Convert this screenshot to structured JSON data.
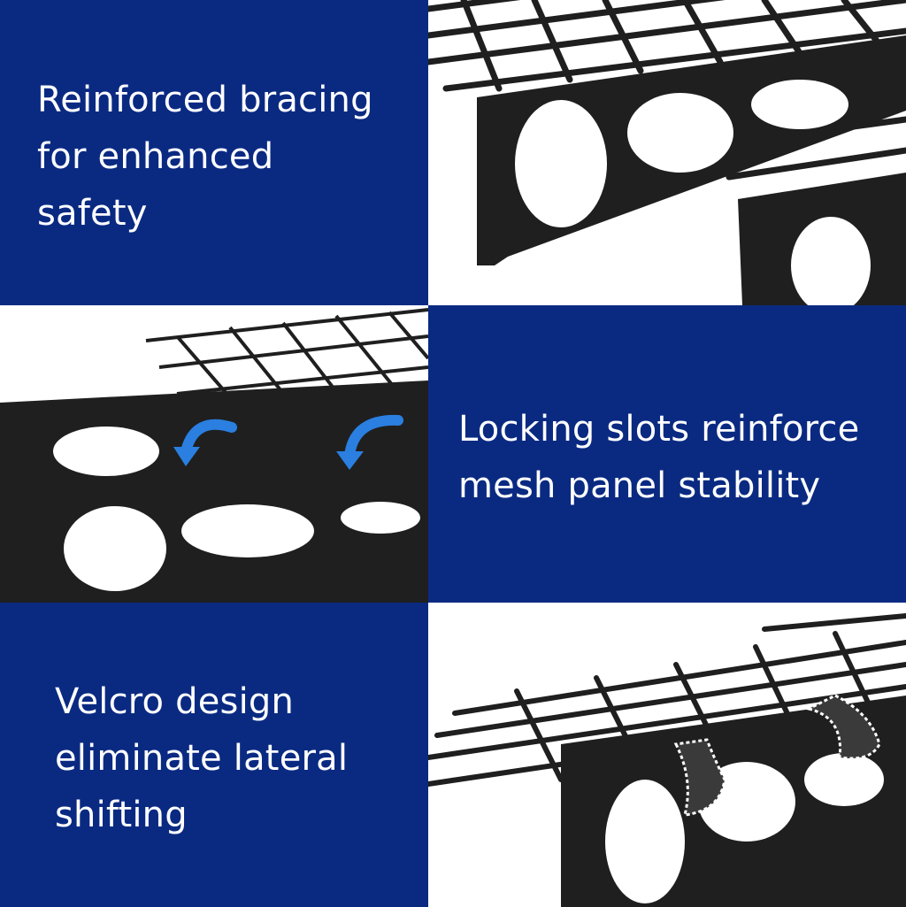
{
  "panels": [
    {
      "caption_lines": [
        "Reinforced bracing",
        "for enhanced",
        "safety"
      ]
    },
    {
      "caption_lines": [
        "Locking slots reinforce",
        "mesh panel stability"
      ]
    },
    {
      "caption_lines": [
        "Velcro design",
        "eliminate lateral",
        "shifting"
      ]
    }
  ],
  "icons": {
    "arrow": "curved-arrow-icon",
    "velcro": "velcro-strap-icon"
  },
  "colors": {
    "brand_blue": "#0a2a82",
    "arrow_blue": "#2a7fe0",
    "steel": "#1f1f1f"
  }
}
